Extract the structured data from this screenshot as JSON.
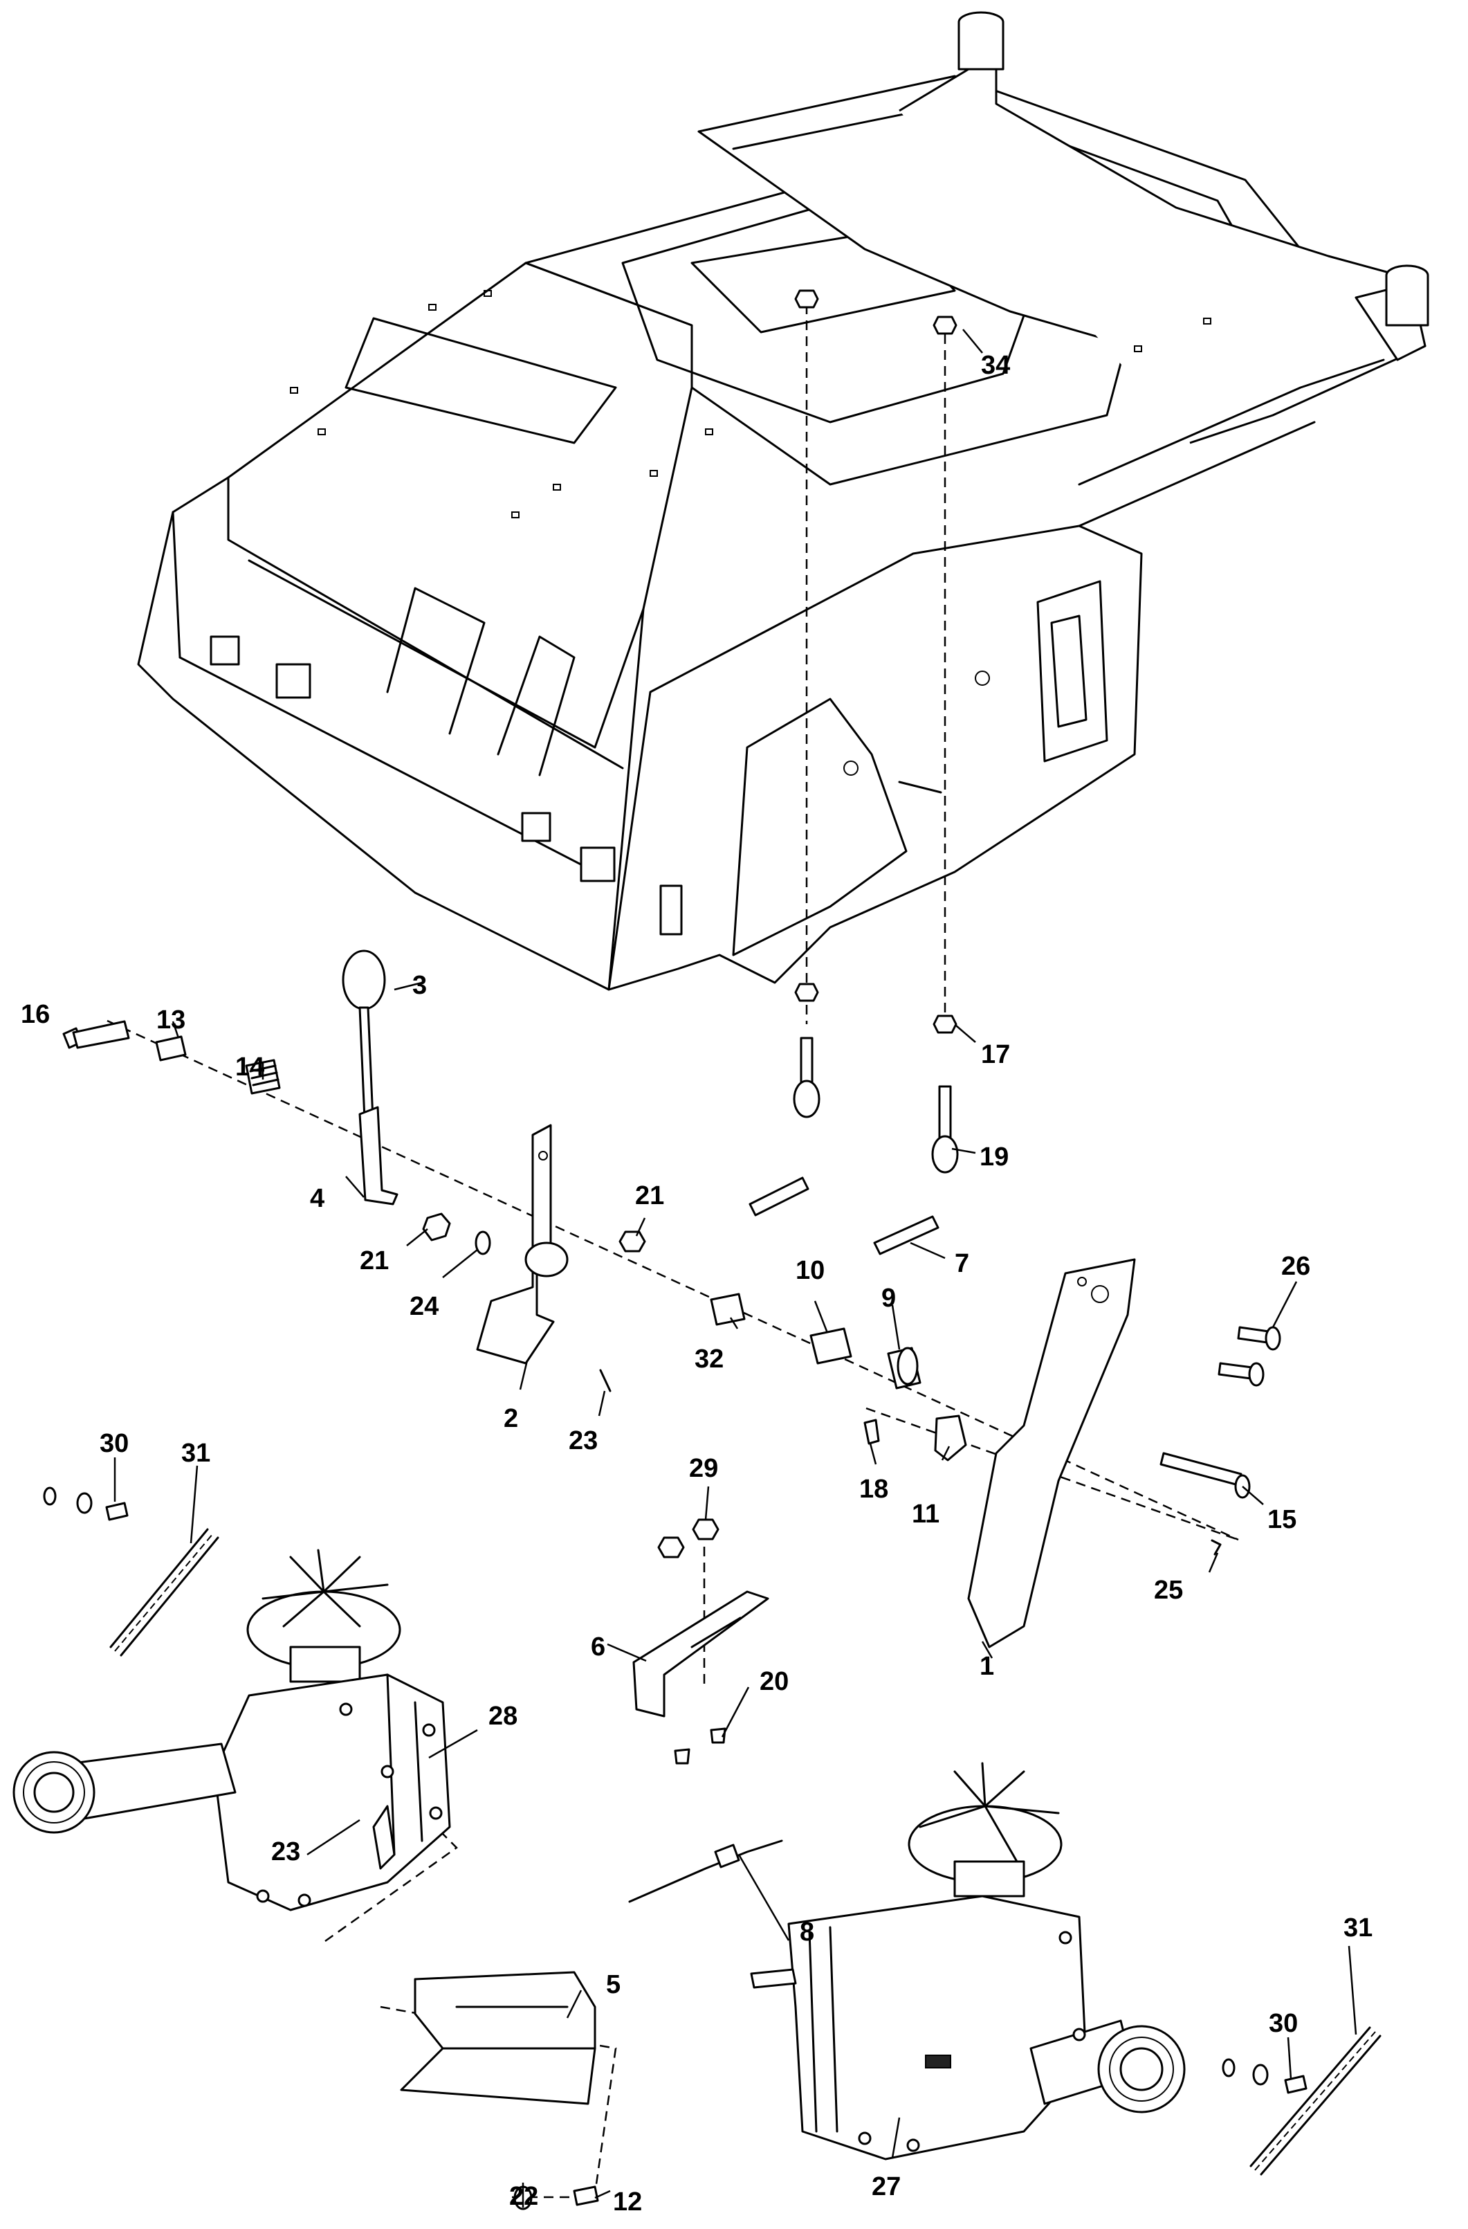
{
  "diagram": {
    "callouts": [
      {
        "id": "c1",
        "label": "1"
      },
      {
        "id": "c2",
        "label": "2"
      },
      {
        "id": "c3",
        "label": "3"
      },
      {
        "id": "c4",
        "label": "4"
      },
      {
        "id": "c5",
        "label": "5"
      },
      {
        "id": "c6",
        "label": "6"
      },
      {
        "id": "c7",
        "label": "7"
      },
      {
        "id": "c8",
        "label": "8"
      },
      {
        "id": "c9",
        "label": "9"
      },
      {
        "id": "c10",
        "label": "10"
      },
      {
        "id": "c11",
        "label": "11"
      },
      {
        "id": "c12",
        "label": "12"
      },
      {
        "id": "c13",
        "label": "13"
      },
      {
        "id": "c14",
        "label": "14"
      },
      {
        "id": "c15",
        "label": "15"
      },
      {
        "id": "c16",
        "label": "16"
      },
      {
        "id": "c17",
        "label": "17"
      },
      {
        "id": "c18",
        "label": "18"
      },
      {
        "id": "c19",
        "label": "19"
      },
      {
        "id": "c20",
        "label": "20"
      },
      {
        "id": "c21a",
        "label": "21"
      },
      {
        "id": "c21b",
        "label": "21"
      },
      {
        "id": "c22",
        "label": "22"
      },
      {
        "id": "c23a",
        "label": "23"
      },
      {
        "id": "c23b",
        "label": "23"
      },
      {
        "id": "c24",
        "label": "24"
      },
      {
        "id": "c25",
        "label": "25"
      },
      {
        "id": "c26",
        "label": "26"
      },
      {
        "id": "c27",
        "label": "27"
      },
      {
        "id": "c28",
        "label": "28"
      },
      {
        "id": "c29",
        "label": "29"
      },
      {
        "id": "c30a",
        "label": "30"
      },
      {
        "id": "c30b",
        "label": "30"
      },
      {
        "id": "c31a",
        "label": "31"
      },
      {
        "id": "c31b",
        "label": "31"
      },
      {
        "id": "c32",
        "label": "32"
      },
      {
        "id": "c34",
        "label": "34"
      }
    ]
  }
}
